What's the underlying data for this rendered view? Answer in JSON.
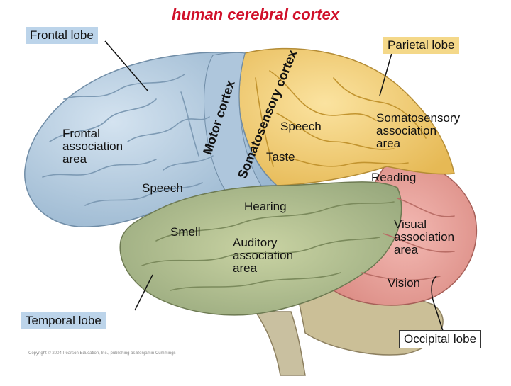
{
  "title": "human cerebral cortex",
  "lobes": {
    "frontal": "Frontal lobe",
    "parietal": "Parietal lobe",
    "temporal": "Temporal lobe",
    "occipital": "Occipital lobe"
  },
  "areas": {
    "motor_cortex": "Motor cortex",
    "somatosensory_cortex": "Somatosensory cortex",
    "frontal_association": "Frontal\nassociation\narea",
    "speech_upper": "Speech",
    "taste": "Taste",
    "speech_lower": "Speech",
    "somatosensory_association": "Somatosensory\nassociation\narea",
    "reading": "Reading",
    "hearing": "Hearing",
    "smell": "Smell",
    "auditory_association": "Auditory\nassociation\narea",
    "visual_association": "Visual\nassociation\narea",
    "vision": "Vision"
  },
  "copyright": "Copyright © 2004 Pearson Education, Inc., publishing as Benjamin Cummings",
  "colors": {
    "title": "#d0102a",
    "frontal": "#b8cfe2",
    "parietal": "#f1cd72",
    "temporal": "#b9c58e",
    "occipital": "#e9a19b",
    "cerebellum": "#cfc6a4"
  }
}
